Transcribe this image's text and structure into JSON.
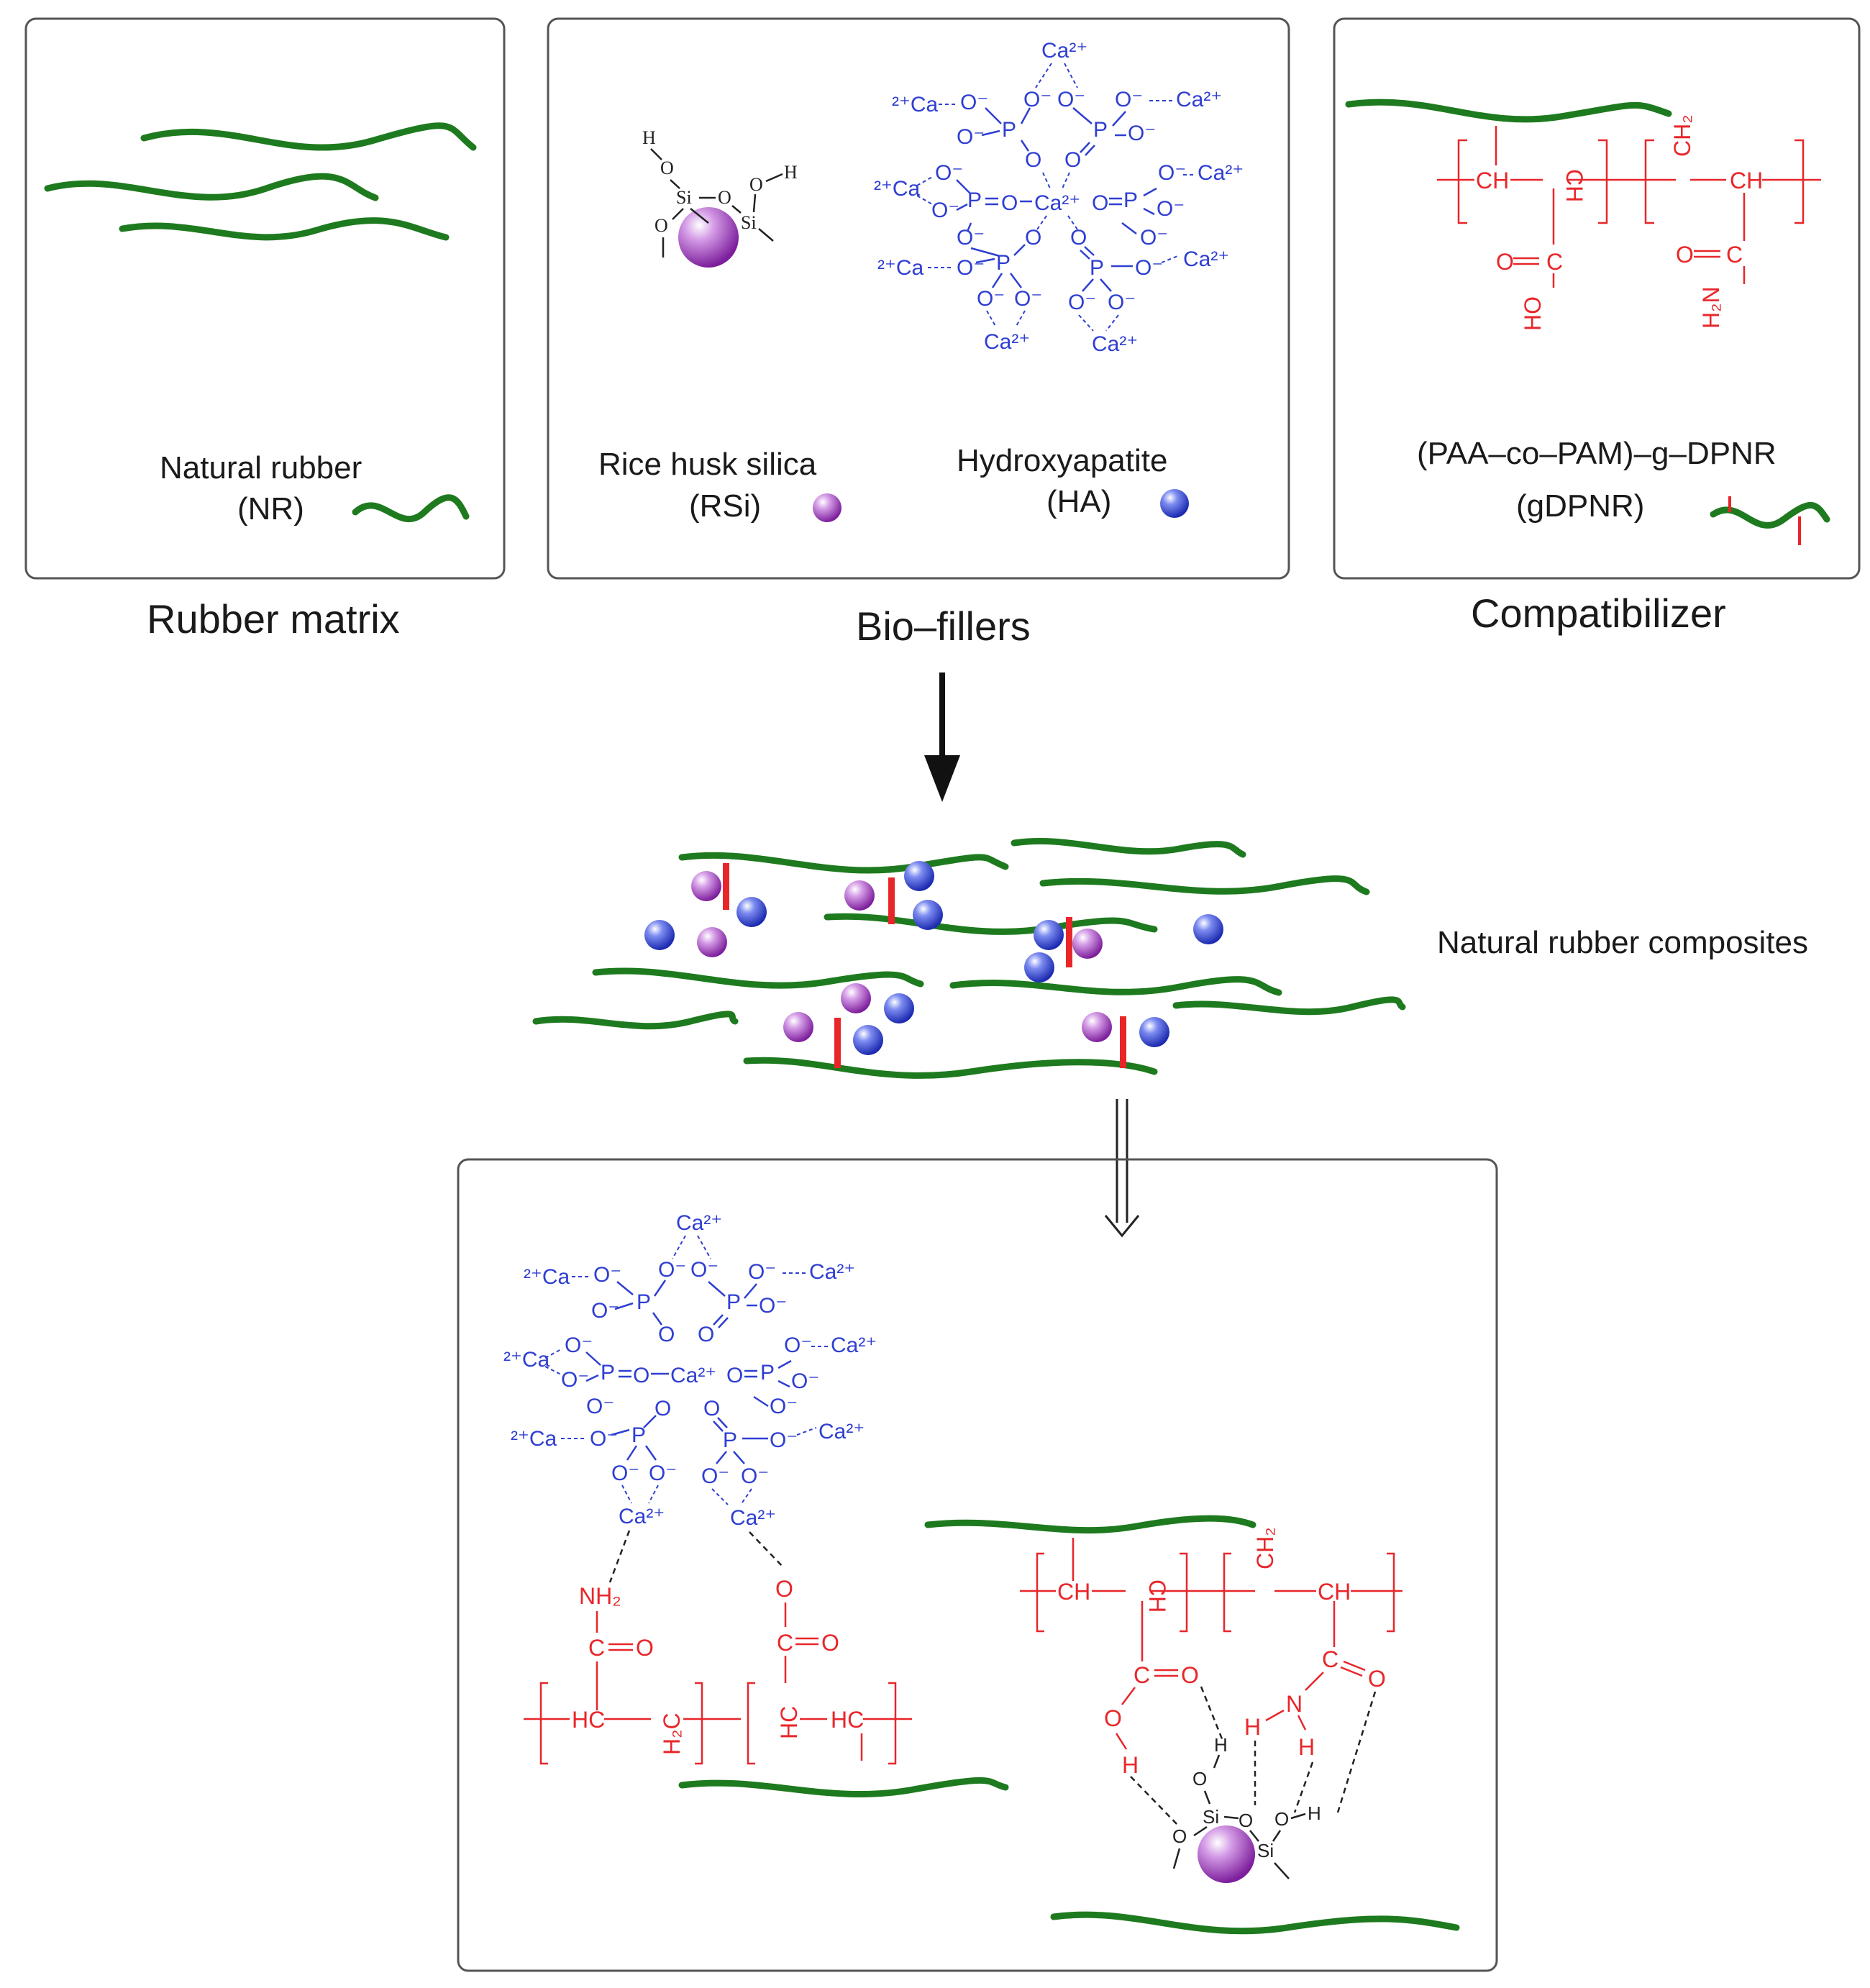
{
  "colors": {
    "rubber": "#1e7a1e",
    "compatibilizer": "#e8262a",
    "hydroxyapatite": "#2f3fd1",
    "silica": "#9b3fb5",
    "text": "#1a1a1a",
    "panel_border": "#555555"
  },
  "panels": {
    "rubber_matrix": {
      "label_line1": "Natural rubber",
      "label_line2": "(NR)",
      "caption": "Rubber matrix"
    },
    "bio_fillers": {
      "silica_line1": "Rice husk silica",
      "silica_line2": "(RSi)",
      "ha_line1": "Hydroxyapatite",
      "ha_line2": "(HA)",
      "caption": "Bio–fillers"
    },
    "compatibilizer": {
      "label_line1": "(PAA–co–PAM)–g–DPNR",
      "label_line2": "(gDPNR)",
      "caption": "Compatibilizer"
    }
  },
  "composites": {
    "label": "Natural rubber composites"
  },
  "chem": {
    "ca": "Ca",
    "ca2plus": "Ca²⁺",
    "two_plus_ca": "²⁺Ca",
    "p": "P",
    "o": "O",
    "o_minus": "O⁻",
    "si": "Si",
    "h": "H",
    "ch": "CH",
    "ch2": "CH₂",
    "c": "C",
    "ho": "HO",
    "h2n": "H₂N",
    "nh2": "NH₂",
    "n": "N",
    "hc": "HC",
    "h2c": "H₂C"
  }
}
